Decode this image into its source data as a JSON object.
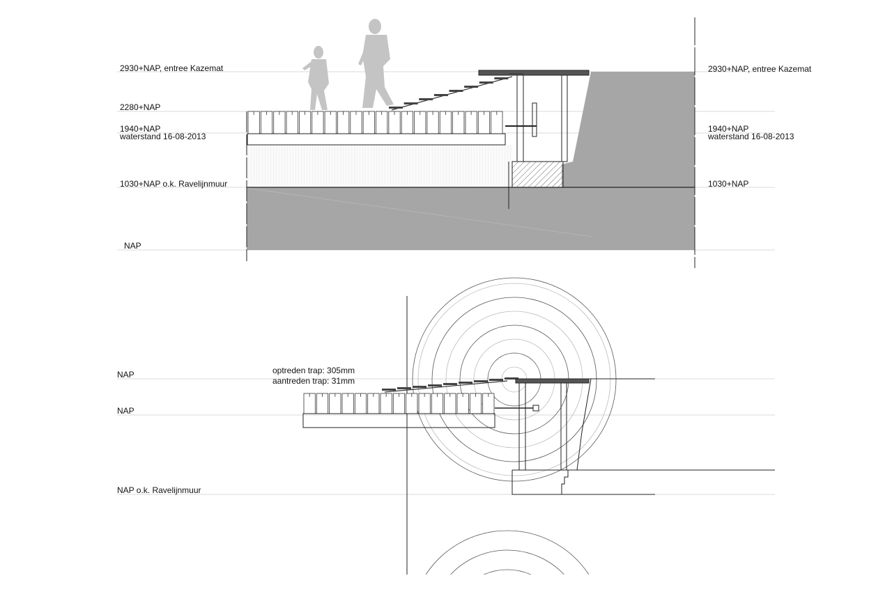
{
  "section_top": {
    "levels": [
      {
        "label": "2930+NAP, entree Kazemat"
      },
      {
        "label": "2280+NAP"
      },
      {
        "label": "1940+NAP"
      },
      {
        "label": "waterstand 16-08-2013"
      },
      {
        "label": "1030+NAP o.k. Ravelijnmuur"
      },
      {
        "label": "NAP"
      }
    ],
    "right_labels": [
      {
        "label": "2930+NAP, entree Kazemat"
      },
      {
        "label": "1940+NAP"
      },
      {
        "label": "waterstand 16-08-2013"
      },
      {
        "label": "1030+NAP"
      }
    ]
  },
  "section_bottom": {
    "levels": [
      {
        "label": "NAP"
      },
      {
        "label": "NAP"
      },
      {
        "label": "NAP o.k. Ravelijnmuur"
      }
    ],
    "annotations": [
      {
        "label": "optreden trap: 305mm"
      },
      {
        "label": "aantreden trap: 31mm"
      }
    ]
  },
  "colors": {
    "ground": "#a6a6a6",
    "silhouette": "#c4c4c4",
    "line": "#222222"
  }
}
